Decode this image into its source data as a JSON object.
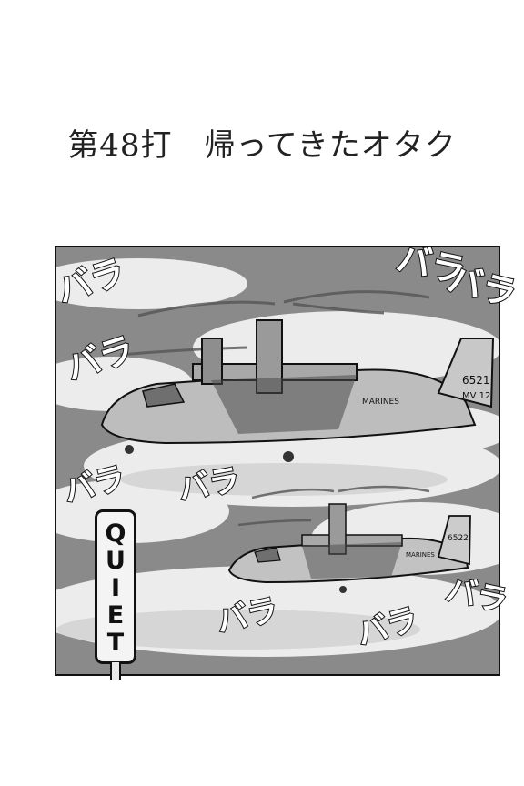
{
  "chapter": {
    "title": "第48打　帰ってきたオタク"
  },
  "panel": {
    "sign_text": [
      "Q",
      "U",
      "I",
      "E",
      "T"
    ],
    "sound_effect": "バラ",
    "aircraft_markings": {
      "lead_tail_number": "6521",
      "lead_tail_code": "MV 12",
      "lead_side_text": "MARINES",
      "second_tail_number": "6522",
      "second_side_text": "MARINES"
    }
  },
  "colors": {
    "ink": "#111111",
    "sky_dark": "#7a7a7a",
    "cloud": "#e9e9e9",
    "aircraft_body": "#bdbdbd"
  }
}
